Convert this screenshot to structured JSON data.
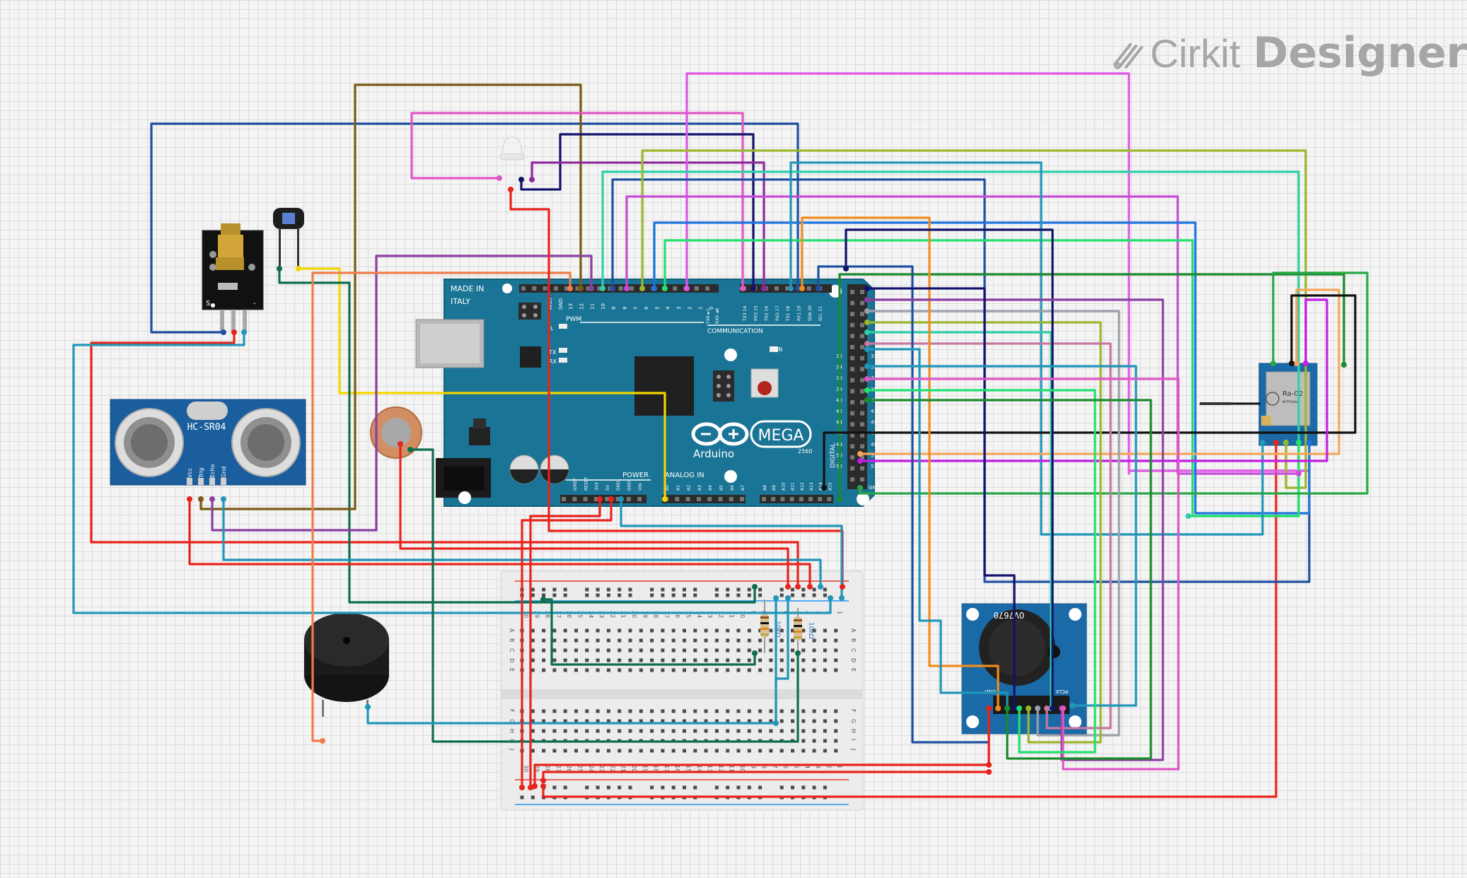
{
  "watermark": {
    "brand": "Cirkit",
    "product": "Designer",
    "icon": "cirkit-logo-icon"
  },
  "arduino": {
    "made_in": "MADE IN",
    "country": "ITALY",
    "pwm": "PWM",
    "communication": "COMMUNICATION",
    "power": "POWER",
    "analog_in": "ANALOG IN",
    "digital": "DIGITAL",
    "brand": "Arduino",
    "model": "MEGA",
    "model_number": "2560",
    "on_label": "ON",
    "tx_label": "TX",
    "rx_label": "RX",
    "l_label": "L",
    "aref": "AREF",
    "gnd": "GND",
    "top_pins": [
      "13",
      "12",
      "11",
      "10",
      "9",
      "8",
      "7",
      "6",
      "5",
      "4",
      "3",
      "2",
      "1",
      "0"
    ],
    "comm_pins": [
      "TX3 14",
      "RX3 15",
      "TX2 16",
      "RX2 17",
      "TX1 18",
      "RX1 19",
      "SDA 20",
      "SCL 21"
    ],
    "power_pins": [
      "IOREF",
      "RESET",
      "3V3",
      "5V",
      "GND",
      "GND",
      "VIN"
    ],
    "analog_pins": [
      "A0",
      "A1",
      "A2",
      "A3",
      "A4",
      "A5",
      "A6",
      "A7",
      "A8",
      "A9",
      "A10",
      "A11",
      "A12",
      "A13",
      "A14",
      "A15"
    ],
    "right_header_nums": [
      "32",
      "34",
      "36",
      "38",
      "40",
      "42",
      "44",
      "46",
      "48",
      "50",
      "52"
    ],
    "right_header_odd": [
      "33",
      "35",
      "37",
      "39",
      "41",
      "43",
      "45",
      "47",
      "49",
      "51",
      "53"
    ],
    "tx0_rx0": [
      "TX0 ►1",
      "RX0 ◄0"
    ]
  },
  "hcsr04": {
    "label": "HC-SR04",
    "pins": [
      "Vcc",
      "Trig",
      "Echo",
      "Gnd"
    ]
  },
  "laser": {
    "pin_labels": [
      "S",
      "-"
    ]
  },
  "lora": {
    "model": "Ra-02",
    "maker": "Ai-Thinker"
  },
  "camera": {
    "label": "OV7670",
    "pins_label_left": "GND",
    "pins_label_right": "PCLK"
  },
  "breadboard": {
    "row_letters_top": [
      "A",
      "B",
      "C",
      "D",
      "E"
    ],
    "row_letters_bottom": [
      "F",
      "G",
      "H",
      "I",
      "J"
    ],
    "col_numbers": [
      "30",
      "29",
      "28",
      "27",
      "26",
      "25",
      "24",
      "23",
      "22",
      "21",
      "20",
      "19",
      "18",
      "17",
      "16",
      "15",
      "14",
      "13",
      "12",
      "11",
      "10",
      "9",
      "8",
      "7",
      "6",
      "5",
      "4",
      "3",
      "2",
      "1"
    ]
  },
  "resistors": [
    {
      "label": "10kΩ"
    },
    {
      "label": "10kΩ"
    }
  ]
}
